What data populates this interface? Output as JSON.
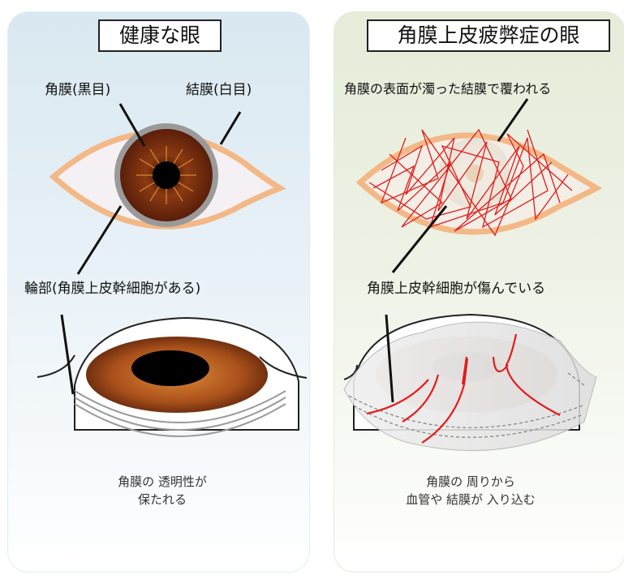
{
  "left": {
    "title": "健康な眼",
    "label_cornea": "角膜(黒目)",
    "label_conjunctiva": "結膜(白目)",
    "label_limbus": "輪部(角膜上皮幹細胞がある)",
    "caption_line1": "角膜の 透明性が",
    "caption_line2": "保たれる"
  },
  "right": {
    "title": "角膜上皮疲弊症の眼",
    "label_surface": "角膜の表面が濁った結膜で覆われる",
    "label_stemcell": "角膜上皮幹細胞が傷んでいる",
    "caption_line1": "角膜の 周りから",
    "caption_line2": "血管や 結膜が 入り込む"
  },
  "colors": {
    "eyelid": "#f3b886",
    "iris_dark": "#5a1e0a",
    "iris_light": "#b8581e",
    "vessel": "#e31b1b",
    "limbus_ring": "#9a9a9a"
  }
}
